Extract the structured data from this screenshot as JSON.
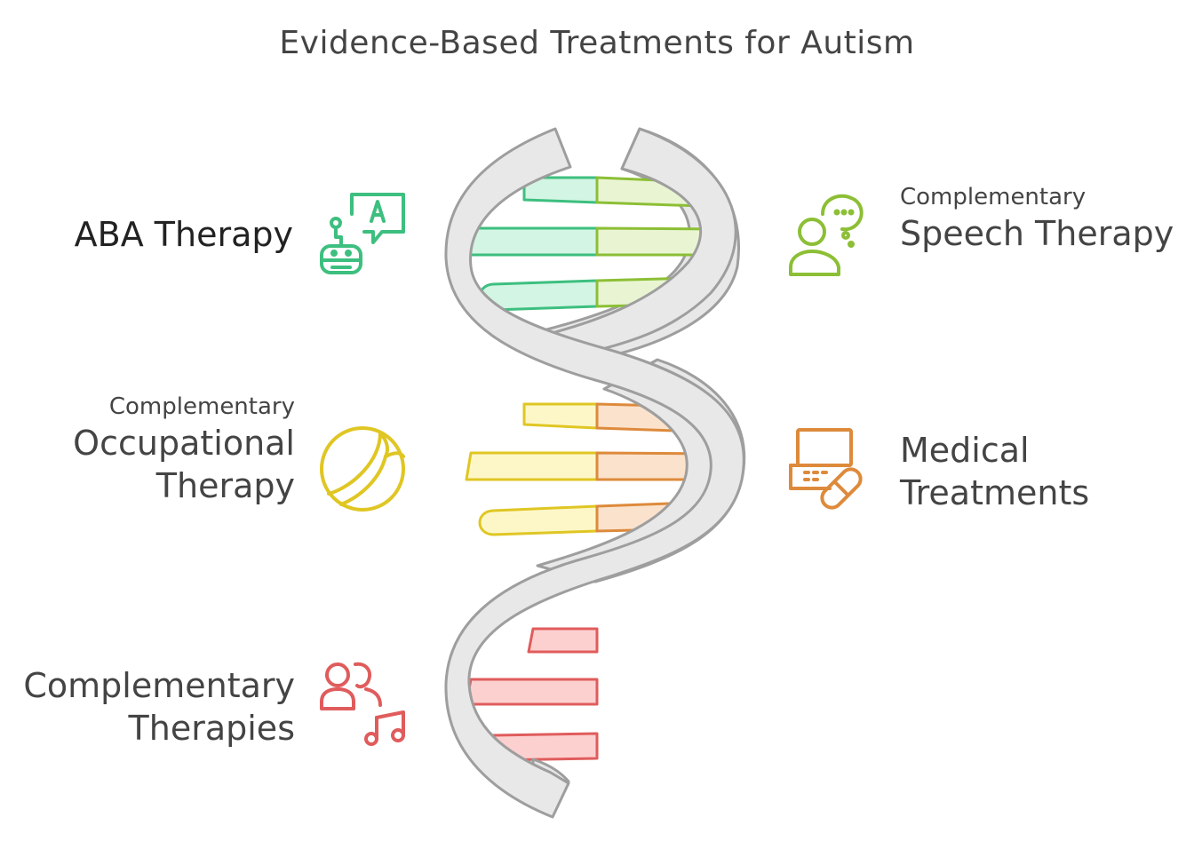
{
  "title": "Evidence-Based Treatments for Autism",
  "colors": {
    "aba": "#3dbf7f",
    "speech": "#8cbf35",
    "occupational": "#e0c623",
    "medical": "#dd8a3b",
    "complementary": "#e05c5c",
    "helix": "#9e9e9e"
  },
  "items": {
    "aba": {
      "title": "ABA Therapy",
      "icon": "robot-chat-icon"
    },
    "speech": {
      "subtitle": "Complementary",
      "title": "Speech Therapy",
      "icon": "speech-person-icon"
    },
    "occupational": {
      "subtitle": "Complementary",
      "line1": "Occupational",
      "line2": "Therapy",
      "icon": "ball-icon"
    },
    "medical": {
      "line1": "Medical",
      "line2": "Treatments",
      "icon": "laptop-pill-icon"
    },
    "complementary": {
      "line1": "Complementary",
      "line2": "Therapies",
      "icon": "people-music-icon"
    }
  }
}
